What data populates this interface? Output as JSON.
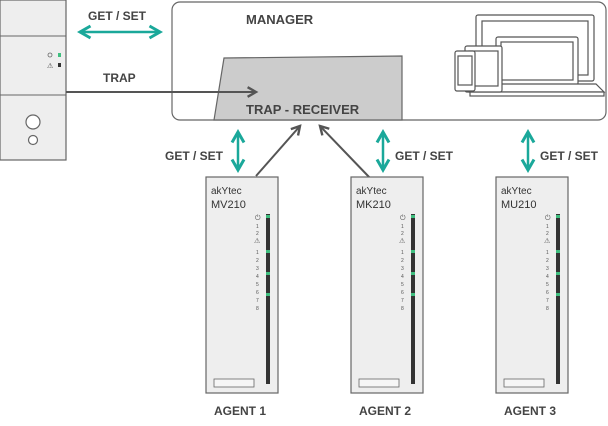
{
  "diagram": {
    "manager": {
      "title": "MANAGER"
    },
    "receiver": {
      "label": "TRAP - RECEIVER"
    },
    "links": {
      "server_get_set": "GET / SET",
      "trap": "TRAP",
      "agent1_get_set": "GET / SET",
      "agent2_get_set": "GET / SET",
      "agent3_get_set": "GET / SET"
    },
    "agents": [
      {
        "brand": "akYtec",
        "model": "MV210",
        "caption": "AGENT 1"
      },
      {
        "brand": "akYtec",
        "model": "MK210",
        "caption": "AGENT 2"
      },
      {
        "brand": "akYtec",
        "model": "MU210",
        "caption": "AGENT 3"
      }
    ],
    "led_labels": [
      "1",
      "2",
      "1",
      "2",
      "3",
      "4",
      "5",
      "6",
      "7",
      "8"
    ],
    "colors": {
      "arrow_teal": "#1aa89a",
      "arrow_dark": "#555555",
      "device_fill": "#eeeeee",
      "outline": "#666666",
      "led_green": "#3fbf7f"
    }
  }
}
